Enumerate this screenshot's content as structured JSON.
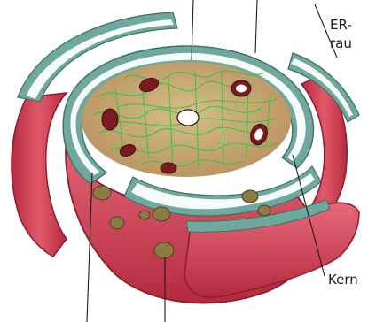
{
  "diagram": {
    "labels": {
      "er_line1": "ER-",
      "er_line2": "rau",
      "kern": "Kern"
    }
  },
  "colors": {
    "membrane_red": "#d33a4d",
    "membrane_dark": "#9e1f33",
    "cisterna_teal": "#6fa89c",
    "cisterna_white": "#f5fbf8",
    "nucleoplasm": "#c9a777",
    "chromatin_green": "#37c23a",
    "pore_dark": "#7a1a23",
    "pore_olive": "#8c7b45"
  }
}
